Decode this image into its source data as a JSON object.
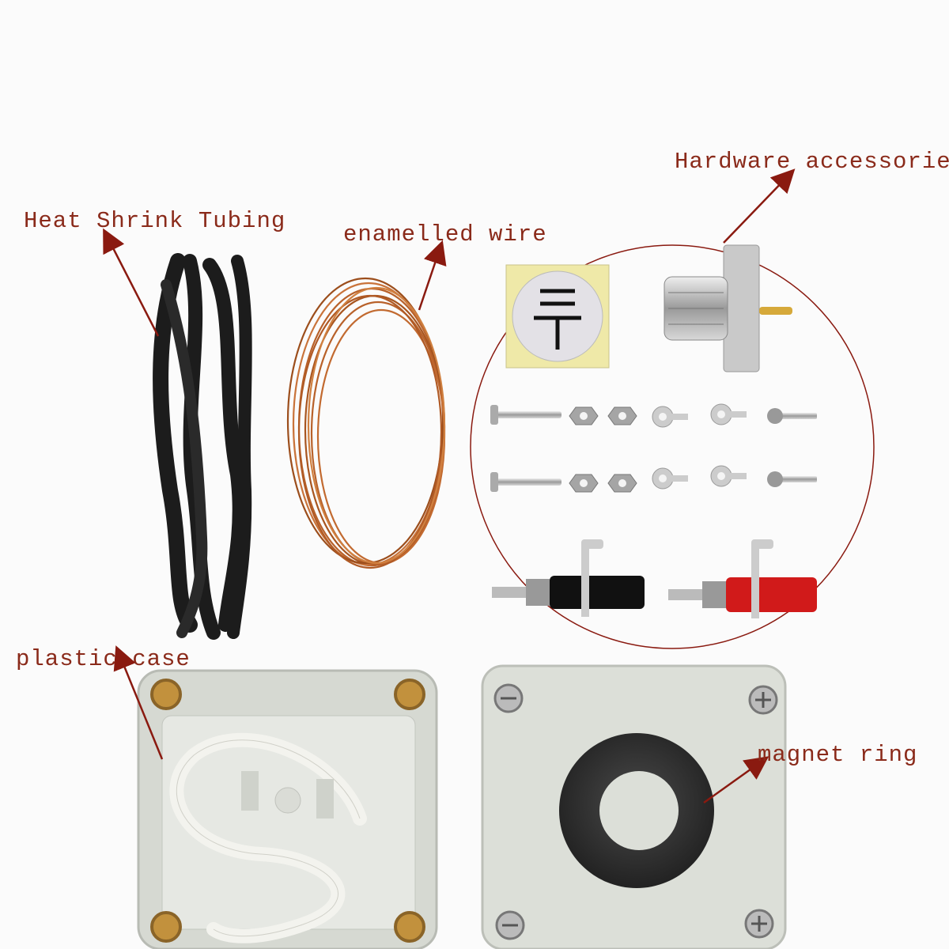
{
  "labels": {
    "heat_shrink": "Heat Shrink Tubing",
    "enamelled_wire": "enamelled wire",
    "hardware": "Hardware accessories",
    "plastic_case": "plastic case",
    "magnet_ring": "magnet ring"
  },
  "colors": {
    "label": "#8a2a1a",
    "arrow": "#8a1a10",
    "copper": "#b8612a",
    "tubing": "#1c1c1c",
    "case": "#d9dcd6",
    "ferrite": "#333333",
    "terminal_red": "#d11a1a",
    "terminal_black": "#111111"
  }
}
